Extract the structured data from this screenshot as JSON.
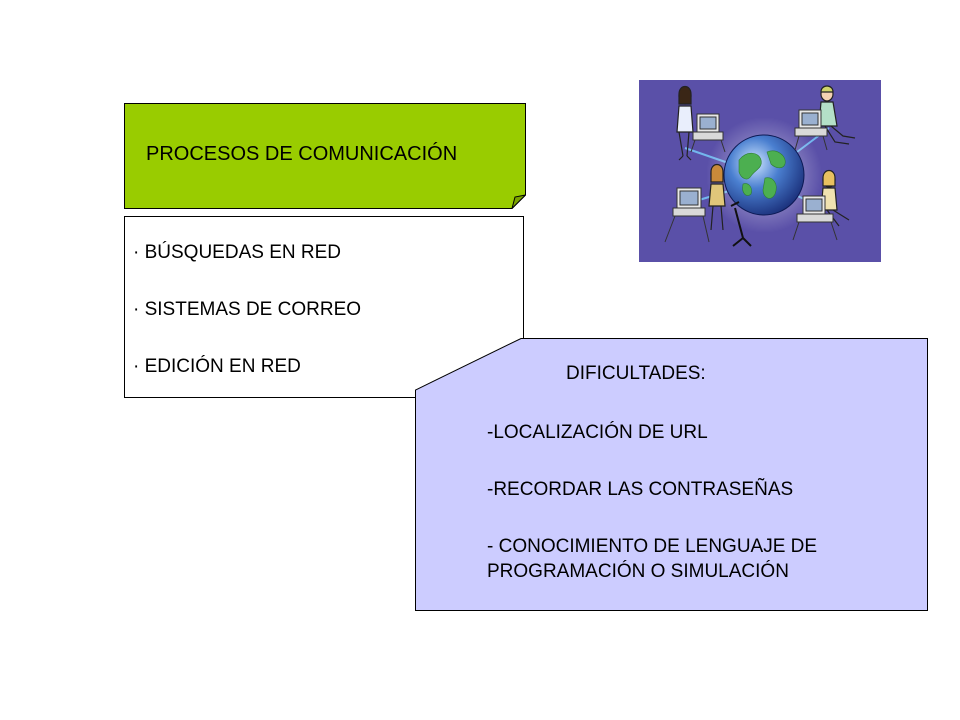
{
  "title_box": {
    "text": "PROCESOS DE COMUNICACIÓN",
    "fill_color": "#99cc00"
  },
  "list_box": {
    "items": [
      "· BÚSQUEDAS EN RED",
      "· SISTEMAS DE CORREO",
      "· EDICIÓN EN RED"
    ]
  },
  "difficulties_box": {
    "title": "DIFICULTADES:",
    "items": [
      "-LOCALIZACIÓN DE URL",
      "-RECORDAR LAS CONTRASEÑAS",
      "- CONOCIMIENTO DE LENGUAJE DE\nPROGRAMACIÓN O SIMULACIÓN"
    ],
    "fill_color": "#ccccff"
  },
  "picture": {
    "subject": "people-at-computers-around-globe-clipart",
    "background_color": "#5a50a8"
  }
}
